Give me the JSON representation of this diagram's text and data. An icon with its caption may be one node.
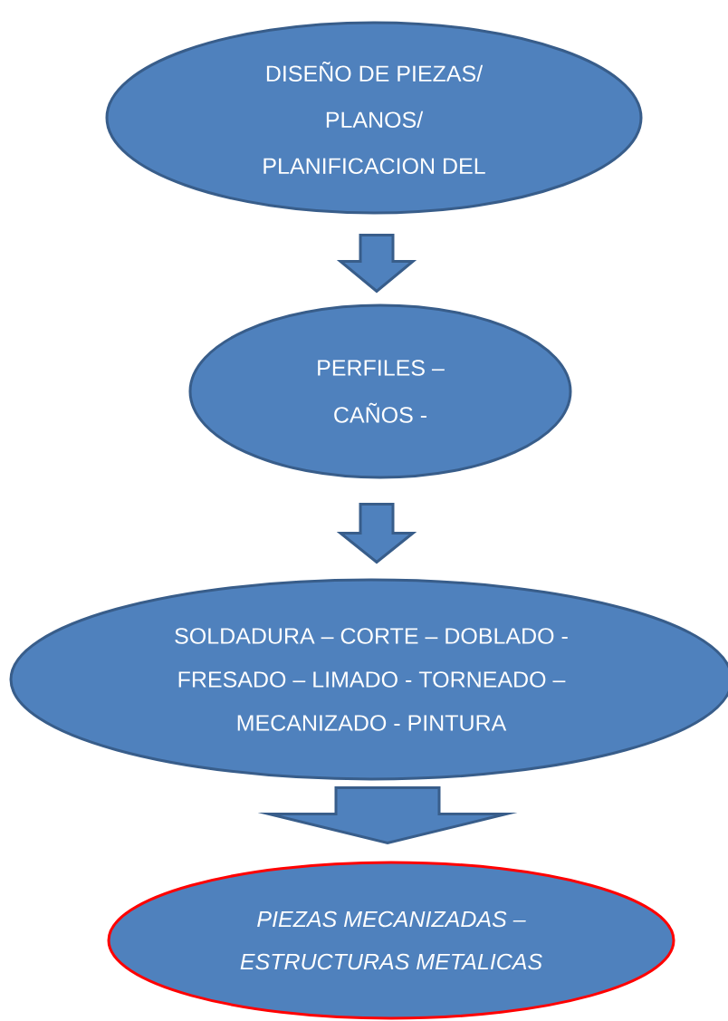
{
  "diagram": {
    "nodes": [
      {
        "text": [
          "DISEÑO DE PIEZAS/ PLANOS/ PLANIFICACION DEL"
        ]
      },
      {
        "text": [
          "PERFILES – CAÑOS -"
        ]
      },
      {
        "text": [
          "SOLDADURA – CORTE – DOBLADO - FRESADO – LIMADO - TORNEADO – MECANIZADO - PINTURA"
        ]
      },
      {
        "text": [
          "PIEZAS MECANIZADAS – ESTRUCTURAS METALICAS"
        ]
      }
    ],
    "edges": [
      {
        "from": 0,
        "to": 1,
        "arrow": "to"
      },
      {
        "from": 1,
        "to": 2,
        "arrow": "to"
      },
      {
        "from": 2,
        "to": 3,
        "arrow": "to"
      }
    ]
  }
}
